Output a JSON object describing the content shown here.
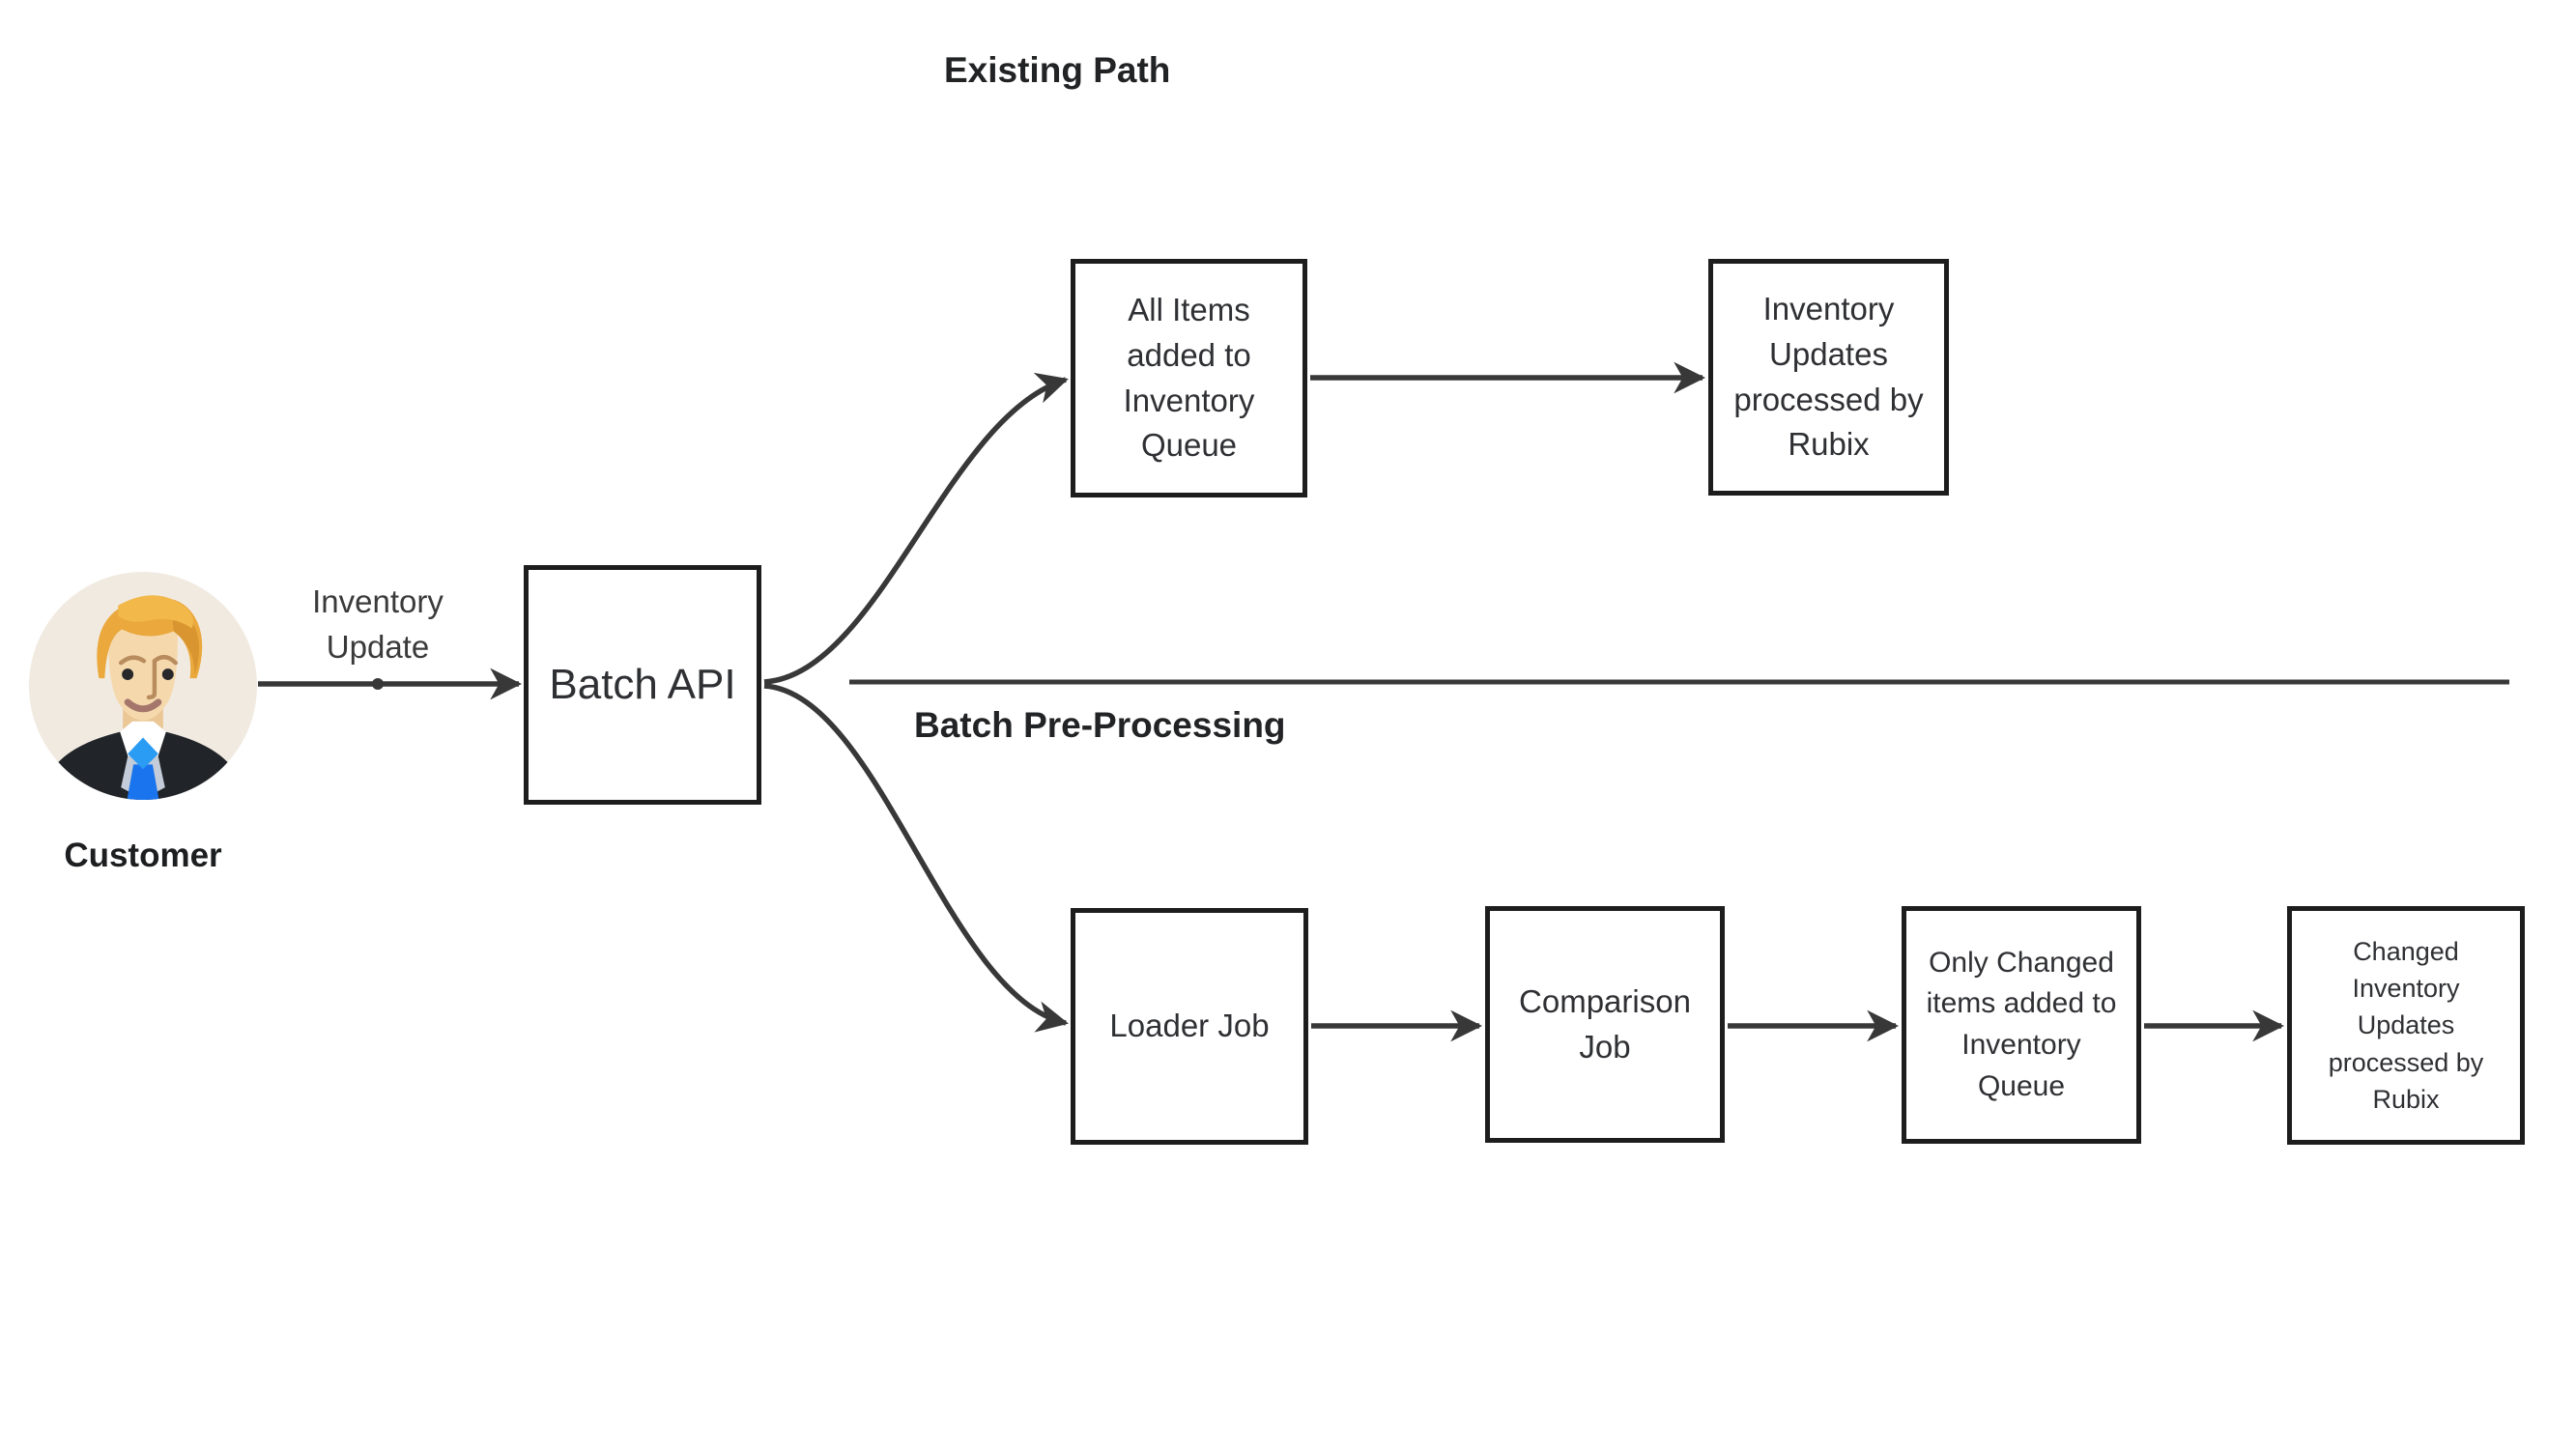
{
  "titles": {
    "existing_path": "Existing Path",
    "batch_pre_processing": "Batch Pre-Processing"
  },
  "actor": {
    "label": "Customer",
    "icon": "customer-avatar-icon"
  },
  "nodes": {
    "batch_api": {
      "label": "Batch API"
    },
    "all_items_queue": {
      "label": "All Items\nadded to\nInventory\nQueue"
    },
    "inv_updates_rubix": {
      "label": "Inventory\nUpdates\nprocessed by\nRubix"
    },
    "loader_job": {
      "label": "Loader Job"
    },
    "comparison_job": {
      "label": "Comparison\nJob"
    },
    "only_changed_queue": {
      "label": "Only Changed\nitems added to\nInventory\nQueue"
    },
    "changed_updates_rubix": {
      "label": "Changed\nInventory\nUpdates\nprocessed by\nRubix"
    }
  },
  "edges": [
    {
      "from": "customer",
      "to": "batch_api",
      "label": "Inventory\nUpdate"
    },
    {
      "from": "batch_api",
      "to": "all_items_queue",
      "label": ""
    },
    {
      "from": "all_items_queue",
      "to": "inv_updates_rubix",
      "label": ""
    },
    {
      "from": "batch_api",
      "to": "loader_job",
      "label": ""
    },
    {
      "from": "loader_job",
      "to": "comparison_job",
      "label": ""
    },
    {
      "from": "comparison_job",
      "to": "only_changed_queue",
      "label": ""
    },
    {
      "from": "only_changed_queue",
      "to": "changed_updates_rubix",
      "label": ""
    }
  ],
  "colors": {
    "line": "#383838",
    "box_border": "#1d1d1d",
    "text": "#2f3033",
    "avatar_bg": "#f1eae1",
    "hair_orange": "#eaa83d",
    "tie_blue": "#1a74ee",
    "tie_knot_blue": "#2b9cf4",
    "suit_black": "#212428",
    "skin": "#f5d9ad"
  }
}
